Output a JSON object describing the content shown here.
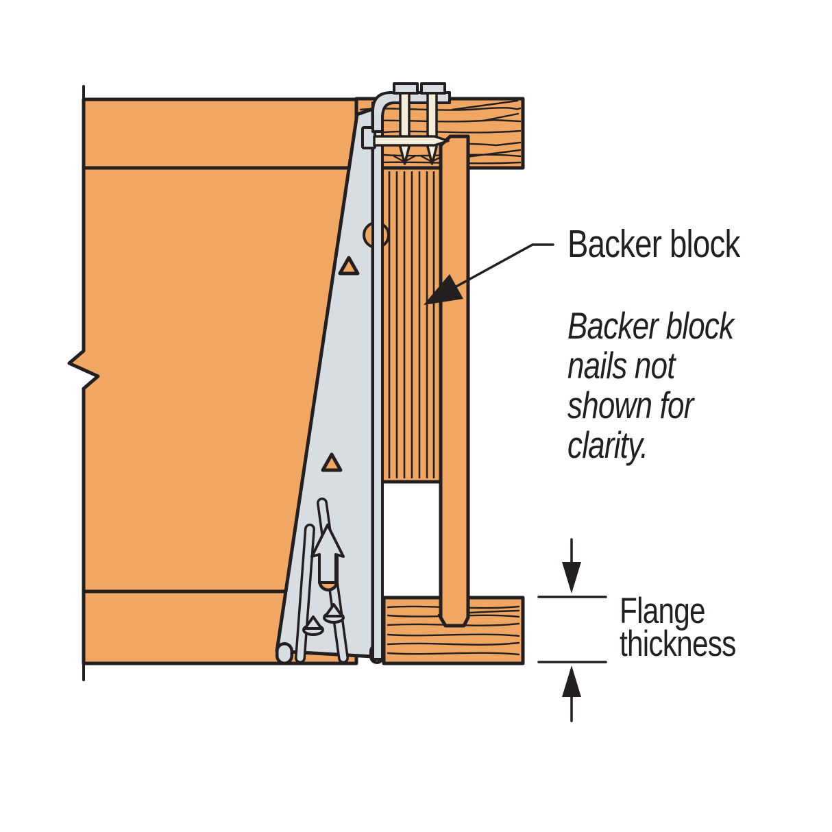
{
  "diagram": {
    "kind": "construction-detail-illustration",
    "labels": {
      "backer_block": "Backer block",
      "note_lines": [
        "Backer block",
        "nails not",
        "shown for",
        "clarity."
      ],
      "flange_lines": [
        "Flange",
        "thickness"
      ]
    },
    "colors": {
      "wood": "#EFA763",
      "metal": "#D8DDE2",
      "outline": "#231F20",
      "nail": "#F3ECD8",
      "background": "#FFFFFF"
    }
  }
}
